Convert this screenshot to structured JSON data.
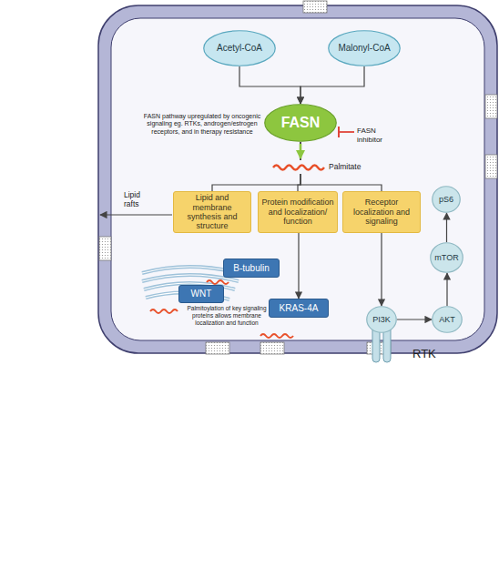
{
  "diagram": {
    "nodes": [
      {
        "text": [
          "Acetyl-CoA"
        ]
      },
      {
        "text": [
          "Malonyl-CoA"
        ]
      },
      {
        "text": [
          "FASN"
        ]
      },
      {
        "text": [
          "Lipid and membrane synthesis and structure"
        ]
      },
      {
        "text": [
          "Protein modification and localization/ function"
        ]
      },
      {
        "text": [
          "Receptor localization and signaling"
        ]
      },
      {
        "text": [
          "pS6"
        ]
      },
      {
        "text": [
          "mTOR"
        ]
      },
      {
        "text": [
          "WNT"
        ]
      },
      {
        "text": [
          "B-tubulin"
        ]
      },
      {
        "text": [
          "KRAS-4A"
        ]
      },
      {
        "text": [
          "PI3K"
        ]
      },
      {
        "text": [
          "AKT"
        ]
      }
    ],
    "edges": [
      {
        "from": 0,
        "to": 2,
        "arrow": "to"
      },
      {
        "from": 1,
        "to": 2,
        "arrow": "to"
      },
      {
        "from": 2,
        "to": 3,
        "arrow": "none"
      },
      {
        "from": 2,
        "to": 4,
        "arrow": "none"
      },
      {
        "from": 2,
        "to": 5,
        "arrow": "none"
      },
      {
        "from": 4,
        "to": 10,
        "arrow": "to"
      },
      {
        "from": 5,
        "to": 11,
        "arrow": "to"
      },
      {
        "from": 11,
        "to": 12,
        "arrow": "to"
      },
      {
        "from": 12,
        "to": 7,
        "arrow": "to"
      },
      {
        "from": 7,
        "to": 6,
        "arrow": "to"
      }
    ],
    "labels": [
      "FASN pathway upregulated by oncogenic signaling eg. RTKs, androgen/estrogen receptors, and in therapy resistance",
      "FASN inhibitor",
      "Palmitate",
      "Lipid rafts",
      "Palmitoylation of key signaling proteins allows membrane localization and function",
      "RTK"
    ]
  }
}
